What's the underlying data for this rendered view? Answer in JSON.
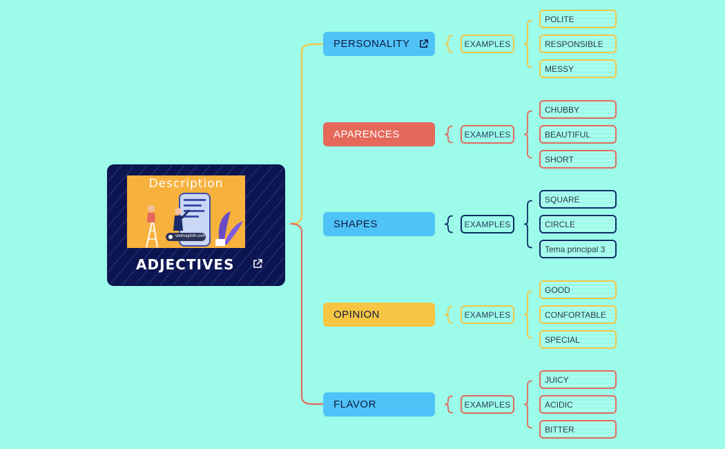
{
  "central": {
    "image_caption": "Description",
    "watermark": "vietmaytinh.com",
    "title": "ADJECTIVES",
    "link_icon": "external-link-icon",
    "background": "#0d1550"
  },
  "colors": {
    "background": "#9cfbe9",
    "yellow": "#f5c543",
    "red": "#e4695a",
    "blue": "#4fc3f7",
    "navy": "#0d2d66"
  },
  "branches": [
    {
      "label": "PERSONALITY",
      "has_link": true,
      "color": "#4fc3f7",
      "text_color": "#0d1a40",
      "connector_color": "#f5c543",
      "examples_label": "EXAMPLES",
      "examples": [
        "POLITE",
        "RESPONSIBLE",
        "MESSY"
      ]
    },
    {
      "label": "APARENCES",
      "has_link": false,
      "color": "#e4695a",
      "text_color": "#ffffff",
      "connector_color": "#e4695a",
      "examples_label": "EXAMPLES",
      "examples": [
        "CHUBBY",
        "BEAUTIFUL",
        "SHORT"
      ]
    },
    {
      "label": "SHAPES",
      "has_link": false,
      "color": "#4fc3f7",
      "text_color": "#0d1a40",
      "connector_color": "#0d2d66",
      "examples_label": "EXAMPLES",
      "examples": [
        "SQUARE",
        "CIRCLE",
        "Tema principal 3"
      ]
    },
    {
      "label": "OPINION",
      "has_link": false,
      "color": "#f5c543",
      "text_color": "#0d1a40",
      "connector_color": "#f5c543",
      "examples_label": "EXAMPLES",
      "examples": [
        "GOOD",
        "CONFORTABLE",
        "SPECIAL"
      ]
    },
    {
      "label": "FLAVOR",
      "has_link": false,
      "color": "#4fc3f7",
      "text_color": "#0d1a40",
      "connector_color": "#e4695a",
      "examples_label": "EXAMPLES",
      "examples": [
        "JUICY",
        "ACIDIC",
        "BITTER"
      ]
    }
  ]
}
